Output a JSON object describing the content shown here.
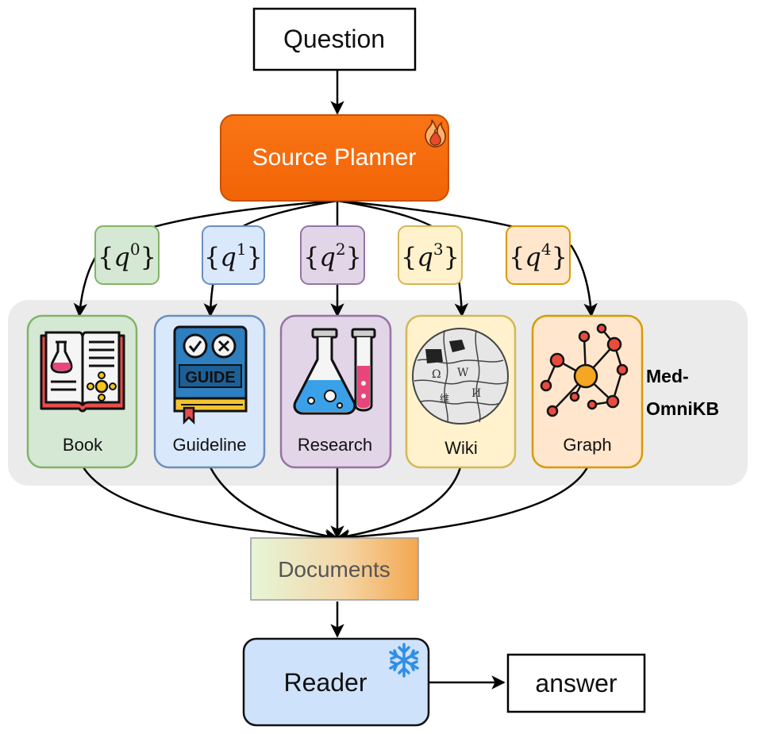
{
  "question": "Question",
  "planner": "Source Planner",
  "queries": [
    {
      "var": "q",
      "sup": "0"
    },
    {
      "var": "q",
      "sup": "1"
    },
    {
      "var": "q",
      "sup": "2"
    },
    {
      "var": "q",
      "sup": "3"
    },
    {
      "var": "q",
      "sup": "4"
    }
  ],
  "sources": [
    {
      "label": "Book",
      "icon": "book-icon"
    },
    {
      "label": "Guideline",
      "icon": "guide-book-icon"
    },
    {
      "label": "Research",
      "icon": "flask-icon"
    },
    {
      "label": "Wiki",
      "icon": "wikipedia-globe-icon"
    },
    {
      "label": "Graph",
      "icon": "graph-network-icon"
    }
  ],
  "kb_name_line1": "Med-",
  "kb_name_line2": "OmniKB",
  "guide_badge": "GUIDE",
  "documents": "Documents",
  "reader": "Reader",
  "answer": "answer",
  "colors": {
    "planner_fill": "#f76b0a",
    "kb_panel": "#ebebeb",
    "book": {
      "fill": "#d5e8d4",
      "stroke": "#82b366"
    },
    "guideline": {
      "fill": "#dae8fc",
      "stroke": "#6c8ebf"
    },
    "research": {
      "fill": "#e1d5e7",
      "stroke": "#9673a6"
    },
    "wiki": {
      "fill": "#fff2cc",
      "stroke": "#d6b656"
    },
    "graph": {
      "fill": "#ffe6cc",
      "stroke": "#d79b00"
    }
  }
}
